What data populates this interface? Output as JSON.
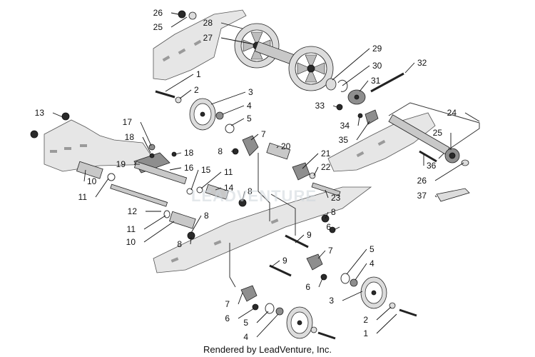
{
  "footer": {
    "text": "Rendered by LeadVenture, Inc."
  },
  "watermark": {
    "text": "LEADVENTURE"
  },
  "callouts": [
    {
      "id": "c1",
      "label": "26"
    },
    {
      "id": "c2",
      "label": "25"
    },
    {
      "id": "c3",
      "label": "28"
    },
    {
      "id": "c4",
      "label": "27"
    },
    {
      "id": "c5",
      "label": "29"
    },
    {
      "id": "c6",
      "label": "30"
    },
    {
      "id": "c7",
      "label": "31"
    },
    {
      "id": "c8",
      "label": "32"
    },
    {
      "id": "c9",
      "label": "1"
    },
    {
      "id": "c10",
      "label": "2"
    },
    {
      "id": "c11",
      "label": "3"
    },
    {
      "id": "c12",
      "label": "4"
    },
    {
      "id": "c13",
      "label": "5"
    },
    {
      "id": "c14",
      "label": "33"
    },
    {
      "id": "c15",
      "label": "34"
    },
    {
      "id": "c16",
      "label": "35"
    },
    {
      "id": "c17",
      "label": "24"
    },
    {
      "id": "c18",
      "label": "25"
    },
    {
      "id": "c19",
      "label": "13"
    },
    {
      "id": "c20",
      "label": "17"
    },
    {
      "id": "c21",
      "label": "18"
    },
    {
      "id": "c22",
      "label": "18"
    },
    {
      "id": "c23",
      "label": "19"
    },
    {
      "id": "c24",
      "label": "16"
    },
    {
      "id": "c25",
      "label": "7"
    },
    {
      "id": "c26",
      "label": "8"
    },
    {
      "id": "c27",
      "label": "20"
    },
    {
      "id": "c28",
      "label": "21"
    },
    {
      "id": "c29",
      "label": "22"
    },
    {
      "id": "c30",
      "label": "36"
    },
    {
      "id": "c31",
      "label": "26"
    },
    {
      "id": "c32",
      "label": "10"
    },
    {
      "id": "c33",
      "label": "11"
    },
    {
      "id": "c34",
      "label": "15"
    },
    {
      "id": "c35",
      "label": "11"
    },
    {
      "id": "c36",
      "label": "14"
    },
    {
      "id": "c37",
      "label": "8"
    },
    {
      "id": "c38",
      "label": "23"
    },
    {
      "id": "c39",
      "label": "37"
    },
    {
      "id": "c40",
      "label": "12"
    },
    {
      "id": "c41",
      "label": "8"
    },
    {
      "id": "c42",
      "label": "8"
    },
    {
      "id": "c43",
      "label": "11"
    },
    {
      "id": "c44",
      "label": "6"
    },
    {
      "id": "c45",
      "label": "9"
    },
    {
      "id": "c46",
      "label": "10"
    },
    {
      "id": "c47",
      "label": "8"
    },
    {
      "id": "c48",
      "label": "7"
    },
    {
      "id": "c49",
      "label": "5"
    },
    {
      "id": "c50",
      "label": "9"
    },
    {
      "id": "c51",
      "label": "4"
    },
    {
      "id": "c52",
      "label": "6"
    },
    {
      "id": "c53",
      "label": "3"
    },
    {
      "id": "c54",
      "label": "7"
    },
    {
      "id": "c55",
      "label": "2"
    },
    {
      "id": "c56",
      "label": "6"
    },
    {
      "id": "c57",
      "label": "5"
    },
    {
      "id": "c58",
      "label": "1"
    },
    {
      "id": "c59",
      "label": "4"
    }
  ]
}
